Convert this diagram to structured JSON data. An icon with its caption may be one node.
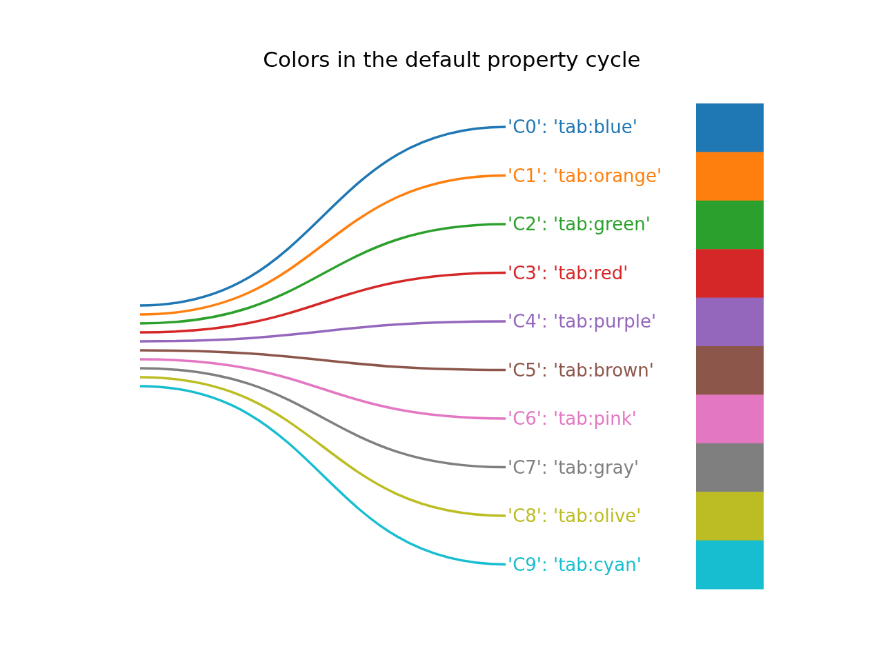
{
  "diagram": {
    "title": "Colors in the default property cycle",
    "nodes": [
      {
        "text": [
          "'C0': 'tab:blue'"
        ]
      },
      {
        "text": [
          "'C1': 'tab:orange'"
        ]
      },
      {
        "text": [
          "'C2': 'tab:green'"
        ]
      },
      {
        "text": [
          "'C3': 'tab:red'"
        ]
      },
      {
        "text": [
          "'C4': 'tab:purple'"
        ]
      },
      {
        "text": [
          "'C5': 'tab:brown'"
        ]
      },
      {
        "text": [
          "'C6': 'tab:pink'"
        ]
      },
      {
        "text": [
          "'C7': 'tab:gray'"
        ]
      },
      {
        "text": [
          "'C8': 'tab:olive'"
        ]
      },
      {
        "text": [
          "'C9': 'tab:cyan'"
        ]
      }
    ],
    "edges": [
      {
        "from": null,
        "to": 0,
        "arrow": "none",
        "color": "#1f77b4"
      },
      {
        "from": null,
        "to": 1,
        "arrow": "none",
        "color": "#ff7f0e"
      },
      {
        "from": null,
        "to": 2,
        "arrow": "none",
        "color": "#2ca02c"
      },
      {
        "from": null,
        "to": 3,
        "arrow": "none",
        "color": "#d62728"
      },
      {
        "from": null,
        "to": 4,
        "arrow": "none",
        "color": "#9467bd"
      },
      {
        "from": null,
        "to": 5,
        "arrow": "none",
        "color": "#8c564b"
      },
      {
        "from": null,
        "to": 6,
        "arrow": "none",
        "color": "#e377c2"
      },
      {
        "from": null,
        "to": 7,
        "arrow": "none",
        "color": "#7f7f7f"
      },
      {
        "from": null,
        "to": 8,
        "arrow": "none",
        "color": "#bcbd22"
      },
      {
        "from": null,
        "to": 9,
        "arrow": "none",
        "color": "#17becf"
      }
    ]
  }
}
